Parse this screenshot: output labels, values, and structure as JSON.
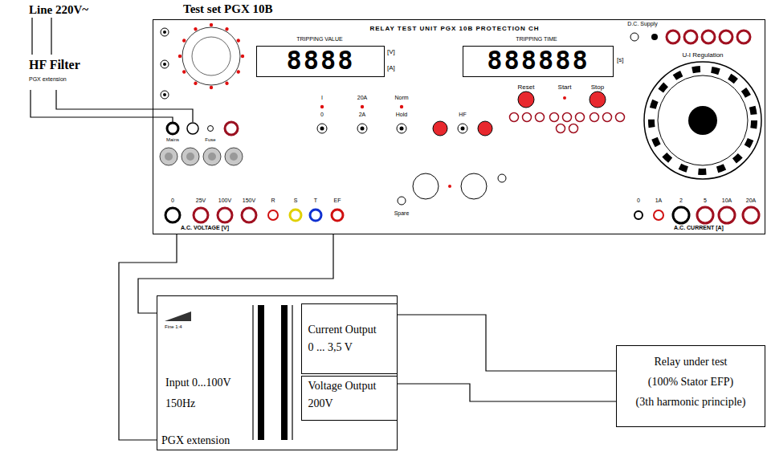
{
  "diagram": {
    "nodes": [
      {
        "text": [
          "Test set PGX 10B",
          "RELAY TEST UNIT PGX 10B PROTECTION CH"
        ]
      },
      {
        "text": [
          "8888"
        ],
        "in": 0
      },
      {
        "text": [
          "888888"
        ],
        "in": 0
      },
      {
        "text": [
          "Input 0...100V",
          "150Hz",
          "PGX extension"
        ]
      },
      {
        "text": [
          "Current Output",
          "0 ... 3,5 V"
        ],
        "in": 3
      },
      {
        "text": [
          "Voltage Output",
          "200V"
        ],
        "in": 3
      },
      {
        "text": [
          "Relay under test",
          "(100% Stator EFP)",
          "(3th harmonic principle)"
        ]
      }
    ],
    "edges": [
      {
        "from": 0,
        "to": 3,
        "arrow": "none"
      },
      {
        "from": 0,
        "to": 3,
        "arrow": "none"
      },
      {
        "from": 4,
        "to": 6,
        "arrow": "none"
      },
      {
        "from": 5,
        "to": 6,
        "arrow": "none"
      }
    ],
    "labels": [
      "Line 220V~",
      "HF Filter",
      "PGX extension",
      "TRIPPING VALUE",
      "[V]",
      "[A]",
      "TRIPPING TIME",
      "[s]",
      "D.C. Supply",
      "U-I Regulation",
      "Reset",
      "Start",
      "Stop",
      "I",
      "20A",
      "Norm",
      "0",
      "2A",
      "Hold",
      "HF",
      "Spare",
      "Mains",
      "Fuse",
      "0",
      "25V",
      "100V",
      "150V",
      "R",
      "S",
      "T",
      "EF",
      "A.C. VOLTAGE [V]",
      "0",
      "1A",
      "2",
      "5",
      "10A",
      "20A",
      "A.C. CURRENT [A]",
      "Fine 1:4"
    ]
  }
}
